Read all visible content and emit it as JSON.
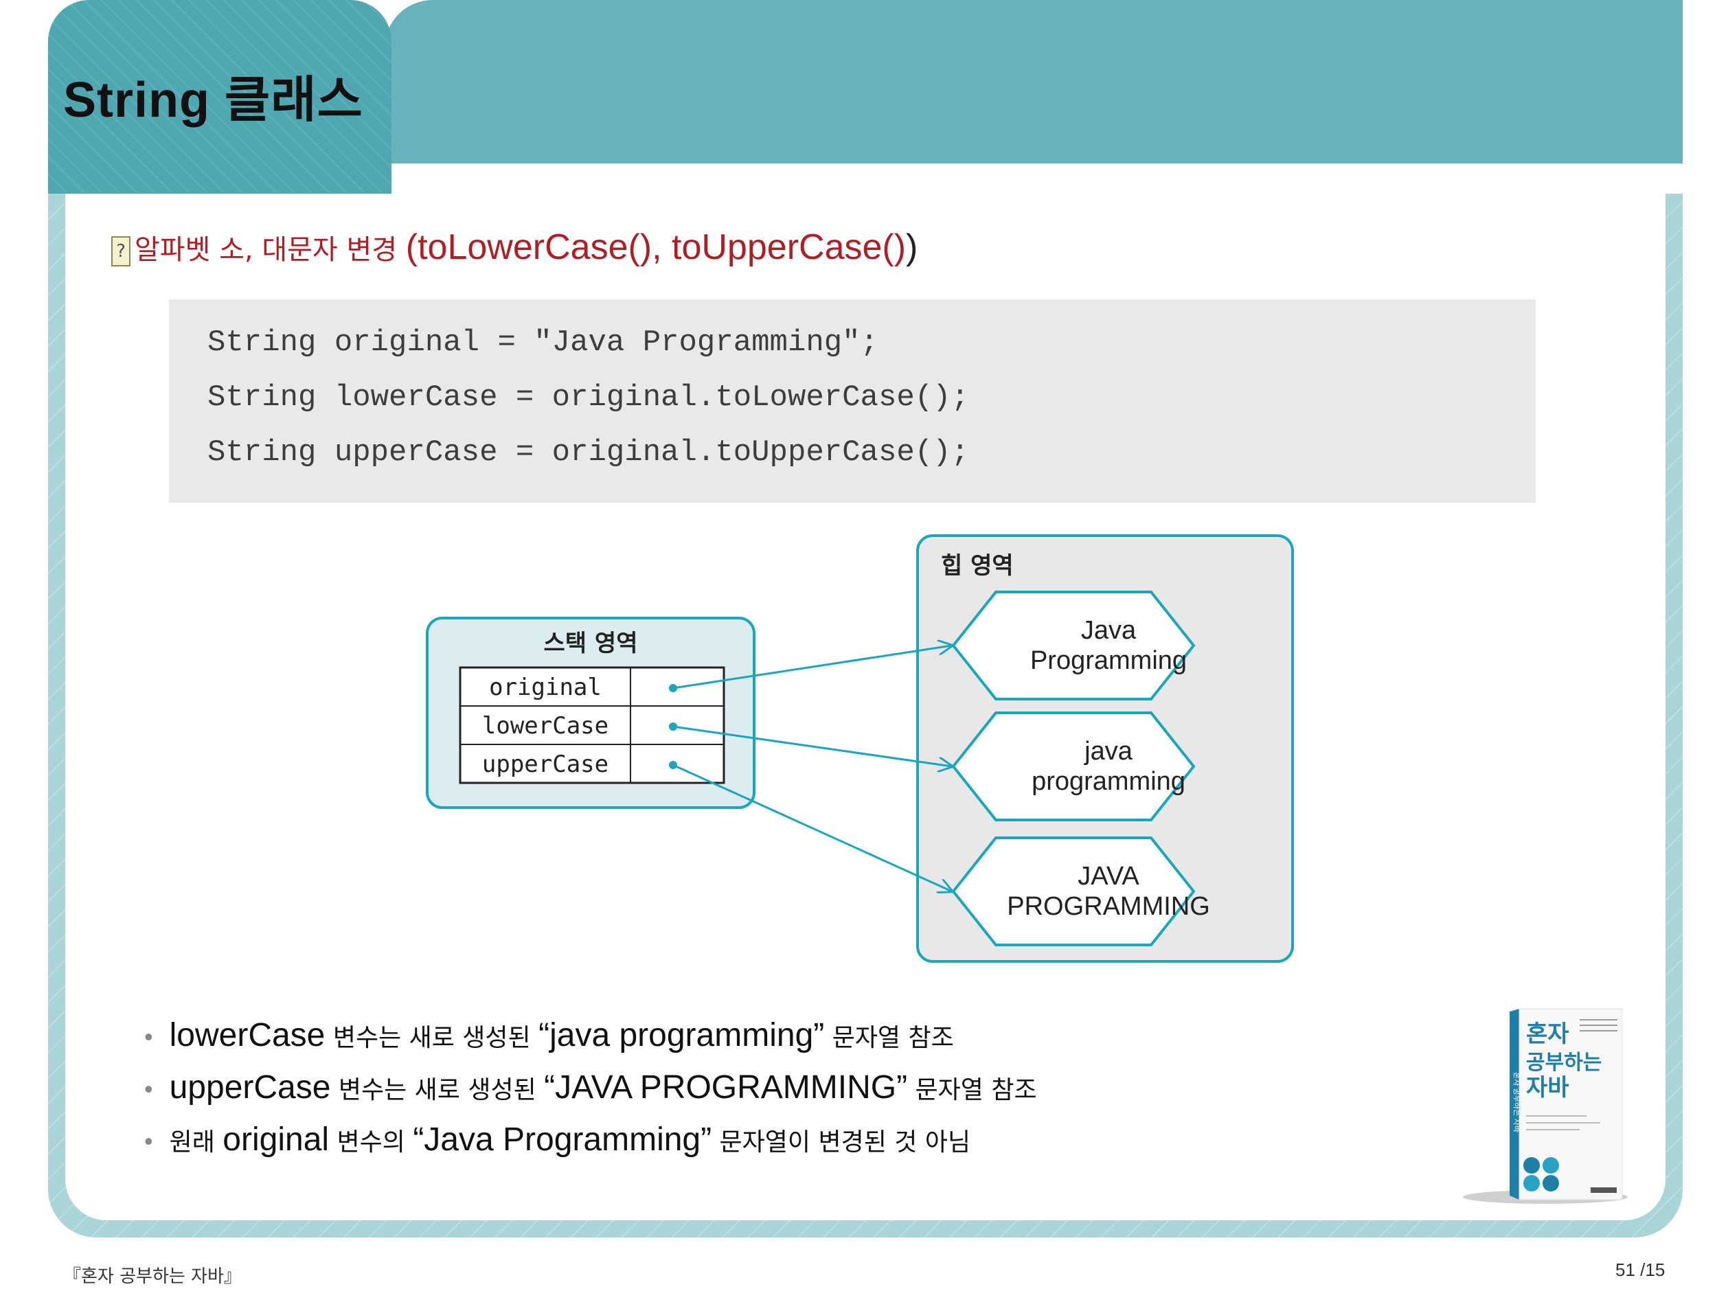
{
  "header": {
    "title": "String 클래스"
  },
  "heading": {
    "prefix": "알파벳 소, 대문자 변경 ",
    "methods": "(toLowerCase(), toUpperCase()",
    "close": ")"
  },
  "code": {
    "lines": [
      "String original = \"Java Programming\";",
      "String lowerCase = original.toLowerCase();",
      "String upperCase = original.toUpperCase();"
    ]
  },
  "diagram": {
    "stack_label": "스택 영역",
    "heap_label": "힙 영역",
    "variables": [
      "original",
      "lowerCase",
      "upperCase"
    ],
    "heap_objects": [
      {
        "line1": "Java",
        "line2": "Programming"
      },
      {
        "line1": "java",
        "line2": "programming"
      },
      {
        "line1": "JAVA",
        "line2": "PROGRAMMING"
      }
    ],
    "colors": {
      "accent": "#1aa6bd",
      "stack_bg": "#dcedf2",
      "heap_bg": "#e8e8e8"
    }
  },
  "bullets": [
    {
      "a": "lowerCase",
      "b": " 변수는 새로 생성된 ",
      "c": "“java programming”",
      "d": " 문자열 참조"
    },
    {
      "a": "upperCase",
      "b": " 변수는 새로 생성된 ",
      "c": "“JAVA PROGRAMMING”",
      "d": " 문자열 참조"
    },
    {
      "a0": "원래 ",
      "a": "original",
      "b": " 변수의 ",
      "c": "“Java Programming”",
      "d": " 문자열이 변경된 것 아님"
    }
  ],
  "book": {
    "title_line1": "혼자",
    "title_line2": "공부하는",
    "title_line3": "자바",
    "spine": "혼자 공부하는 자바"
  },
  "footer": {
    "left": "『혼자 공부하는 자바』",
    "page": "51 /15"
  },
  "theme": {
    "header_dark": "#4fa7b1",
    "header_light": "#66b3bc",
    "frame": "#a9d4d8",
    "heading_red": "#b01e24"
  }
}
